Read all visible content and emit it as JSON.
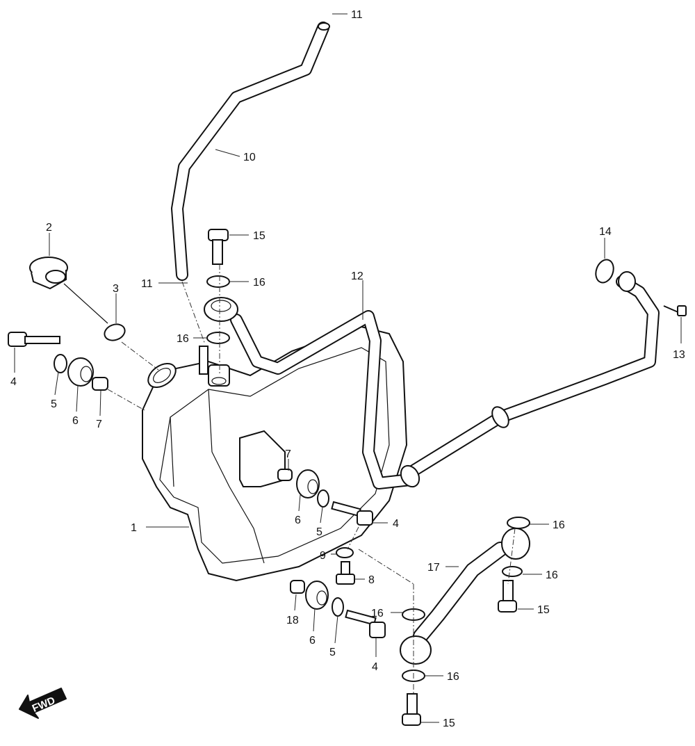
{
  "callouts": {
    "c1": "1",
    "c2": "2",
    "c3": "3",
    "c4a": "4",
    "c4b": "4",
    "c4c": "4",
    "c5a": "5",
    "c5b": "5",
    "c5c": "5",
    "c6a": "6",
    "c6b": "6",
    "c6c": "6",
    "c7a": "7",
    "c7b": "7",
    "c8": "8",
    "c9": "9",
    "c10": "10",
    "c11a": "11",
    "c11b": "11",
    "c12": "12",
    "c13": "13",
    "c14": "14",
    "c15a": "15",
    "c15b": "15",
    "c15c": "15",
    "c16a": "16",
    "c16b": "16",
    "c16c": "16",
    "c16d": "16",
    "c16e": "16",
    "c16f": "16",
    "c17": "17",
    "c18": "18"
  },
  "fwd_label": "FWD"
}
